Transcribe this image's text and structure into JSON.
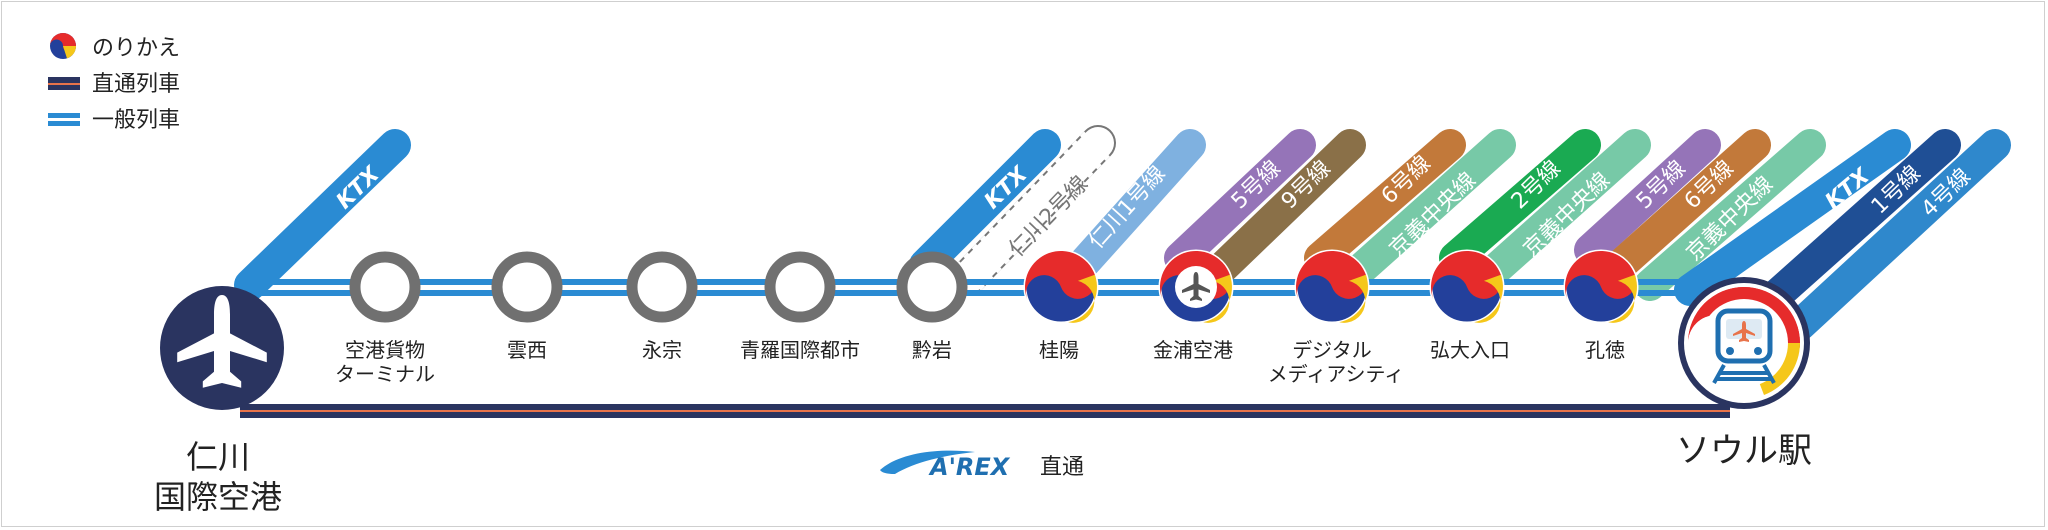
{
  "legend": [
    {
      "key": "transfer",
      "label": "のりかえ"
    },
    {
      "key": "express",
      "label": "直通列車"
    },
    {
      "key": "local",
      "label": "一般列車"
    }
  ],
  "colors": {
    "express_line": "#2a3460",
    "express_accent": "#e8734a",
    "local_line": "#2a8bd3",
    "local_dark": "#1f6fb0",
    "station_ring": "#707070",
    "ktx": "#2a8bd3",
    "incheon2": "#ffffff",
    "incheon1": "#7fb1e0",
    "line5": "#9574b8",
    "line9": "#8a7048",
    "line6": "#c2793a",
    "gyeongui": "#77c9a7",
    "line2": "#1aaa52",
    "line1": "#1f4f95",
    "line4": "#2f88cc",
    "taegeuk_red": "#e62b2b",
    "taegeuk_blue": "#23409b",
    "taegeuk_yellow": "#f5c71a",
    "terminal_fill": "#2a3460"
  },
  "stations": {
    "incheon_airport": {
      "line1": "仁川",
      "line2": "国際空港"
    },
    "cargo": {
      "line1": "空港貨物",
      "line2": "ターミナル"
    },
    "unseo": "雲西",
    "yeongjong": "永宗",
    "cheongna": "青羅国際都市",
    "geomam": "黔岩",
    "gyeyang": "桂陽",
    "gimpo": "金浦空港",
    "dmc": {
      "line1": "デジタル",
      "line2": "メディアシティ"
    },
    "hongdae": "弘大入口",
    "gongdeok": "孔徳",
    "seoul": "ソウル駅"
  },
  "transfers": {
    "ktx": "KTX",
    "incheon2": "仁川2号線",
    "incheon1": "仁川1号線",
    "line5": "5号線",
    "line9": "9号線",
    "line6": "6号線",
    "gyeongui": "京義中央線",
    "line2": "2号線",
    "line1": "1号線",
    "line4": "4号線"
  },
  "brand": {
    "logo_text": "A'REX",
    "express_label": "直通"
  }
}
